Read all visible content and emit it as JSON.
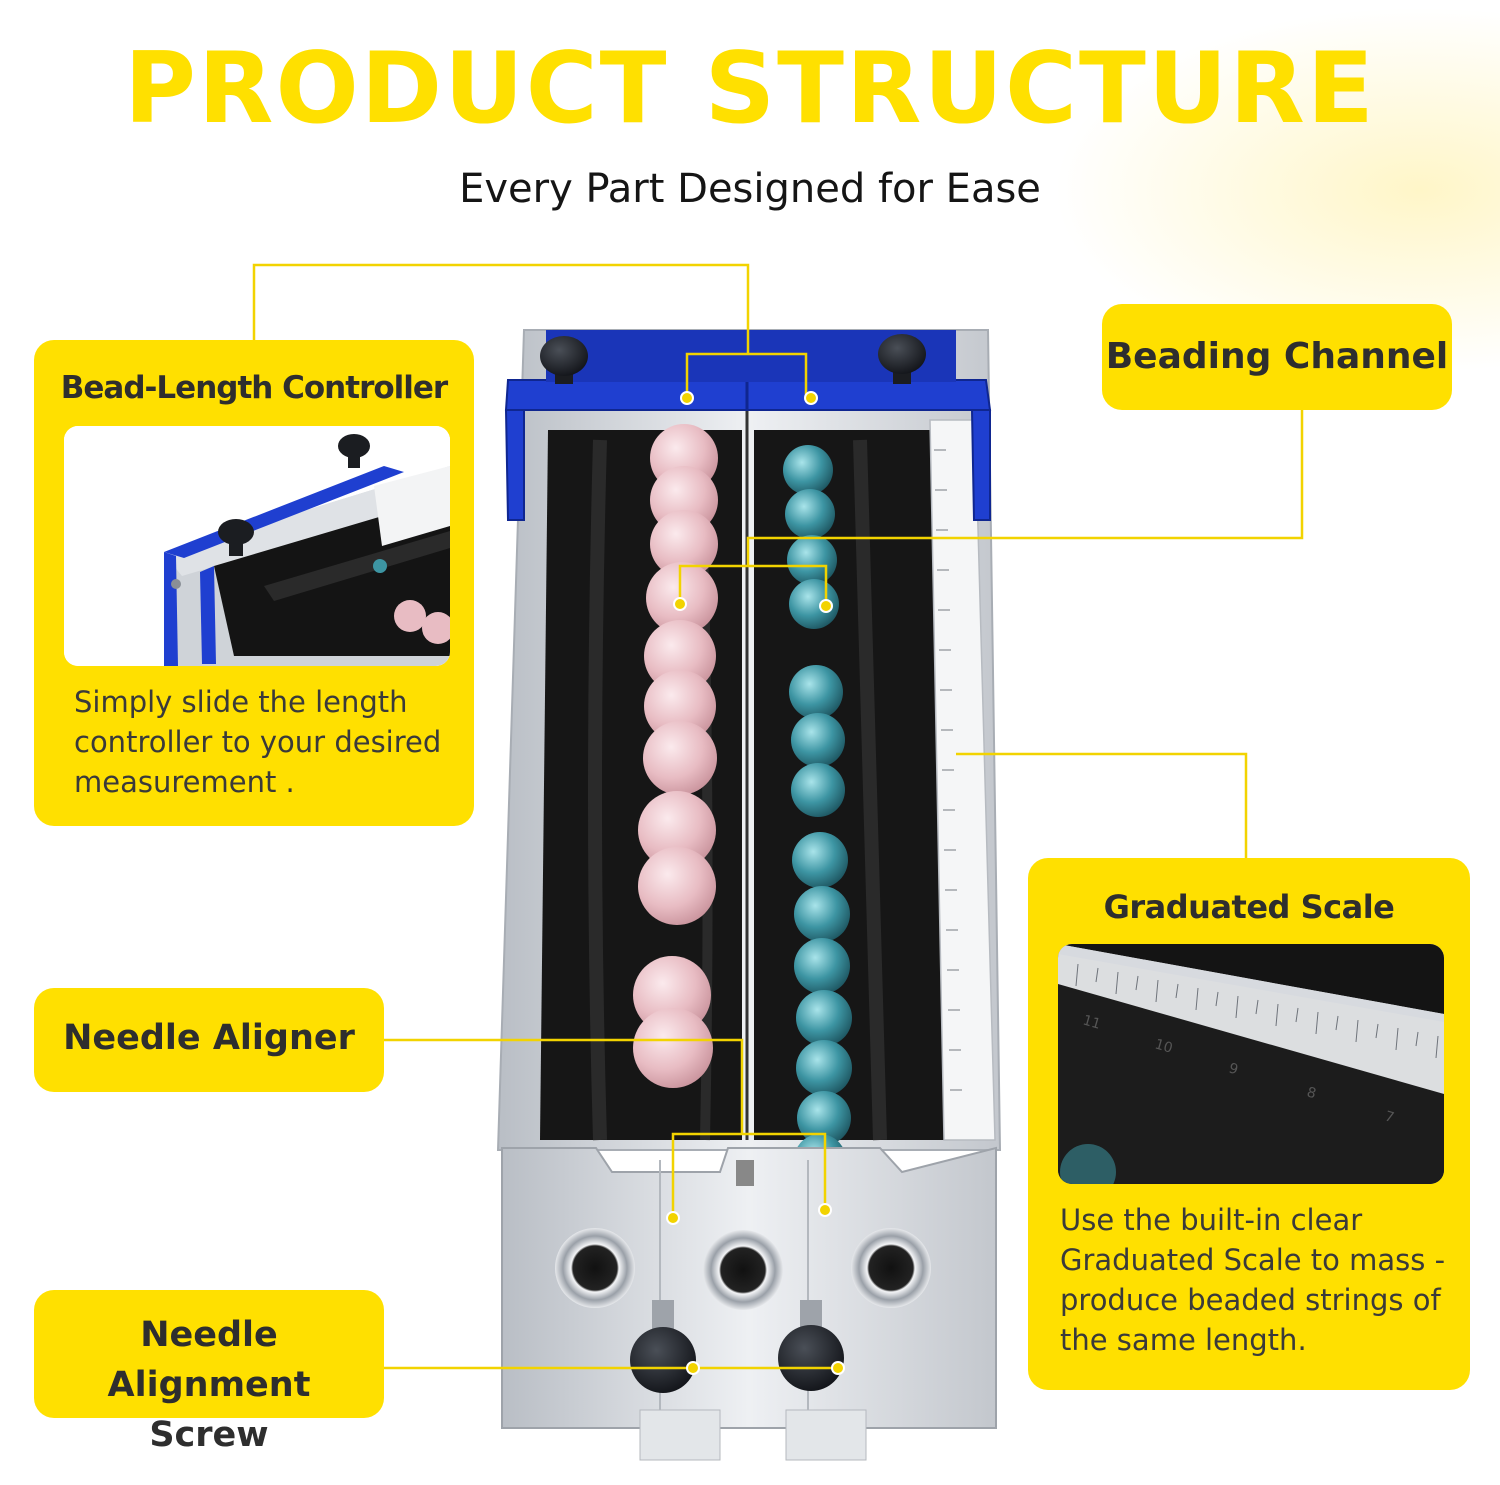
{
  "header": {
    "title": "PRODUCT STRUCTURE",
    "subtitle": "Every Part Designed for Ease"
  },
  "callouts": {
    "bead_length_controller": {
      "title": "Bead-Length Controller",
      "body": "Simply slide the length controller to your desired measurement ."
    },
    "beading_channel": {
      "title": "Beading Channel"
    },
    "graduated_scale": {
      "title": "Graduated Scale",
      "body": "Use the built-in clear Graduated Scale to mass -produce beaded strings of the same length.",
      "scale_numbers": [
        "11",
        "10",
        "9",
        "8",
        "7"
      ]
    },
    "needle_aligner": {
      "title": "Needle Aligner"
    },
    "needle_alignment_screw": {
      "title_line1": "Needle Alignment",
      "title_line2": "Screw"
    }
  },
  "colors": {
    "accent_yellow": "#ffe000",
    "clamp_blue": "#1f3fd0",
    "steel": "#d9dde2",
    "foam_black": "#141414",
    "rose_bead": "#ecc4c9",
    "aqua_bead": "#3b8e9c"
  }
}
